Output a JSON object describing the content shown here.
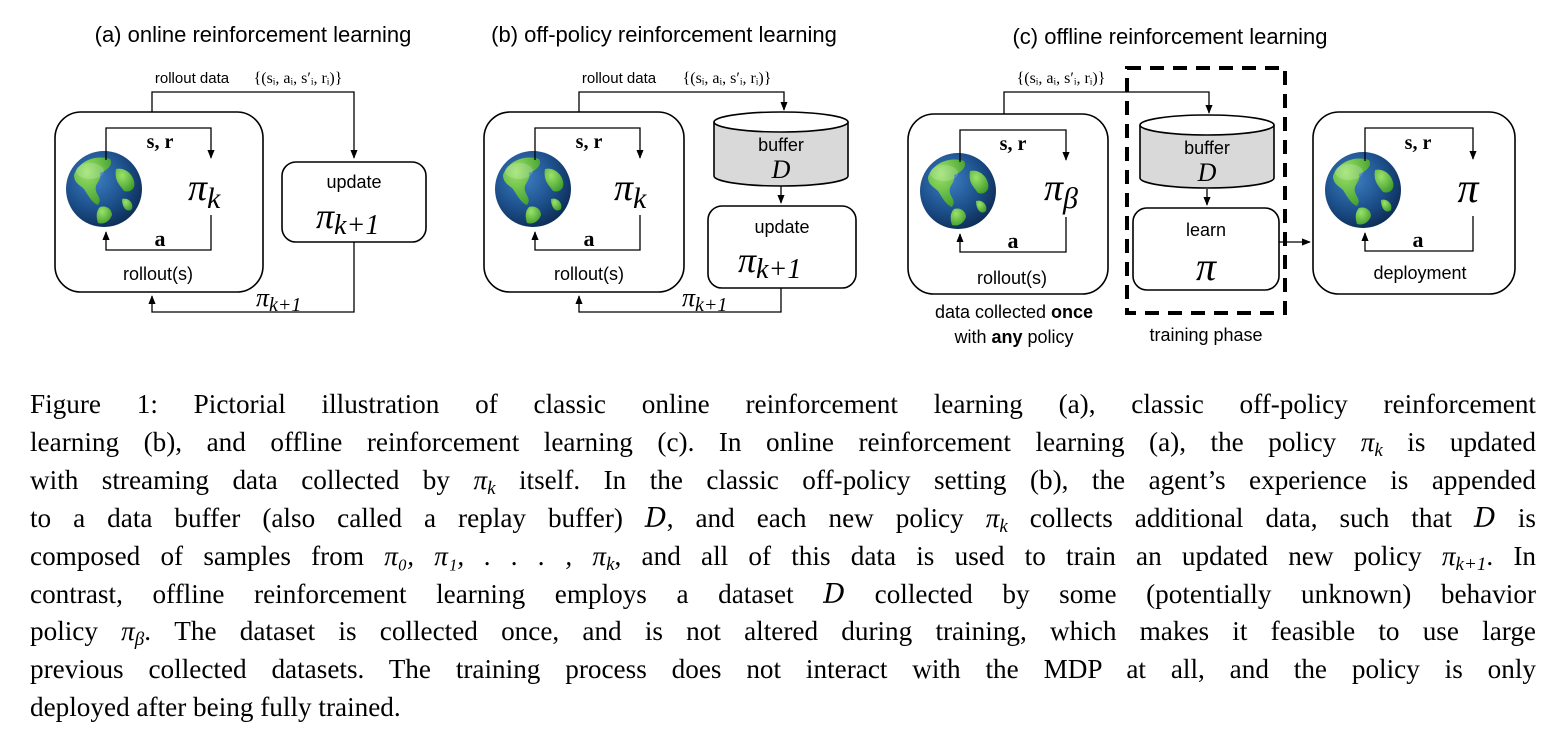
{
  "figure": {
    "panel_a": {
      "title": "(a) online reinforcement learning",
      "rollout_data_label": "rollout data",
      "rollout_data_set": "{(sᵢ, aᵢ, s′ᵢ, rᵢ)}",
      "state_reward": "s, r",
      "action": "a",
      "policy": "πk",
      "rollout": "rollout(s)",
      "update_label": "update",
      "update_policy": "πk+1",
      "return_policy": "πk+1"
    },
    "panel_b": {
      "title": "(b) off-policy reinforcement learning",
      "rollout_data_label": "rollout data",
      "rollout_data_set": "{(sᵢ, aᵢ, s′ᵢ, rᵢ)}",
      "state_reward": "s, r",
      "action": "a",
      "policy": "πk",
      "rollout": "rollout(s)",
      "buffer_label": "buffer",
      "buffer_symbol": "D",
      "update_label": "update",
      "update_policy": "πk+1",
      "return_policy": "πk+1"
    },
    "panel_c": {
      "title": "(c) offline reinforcement learning",
      "rollout_data_set": "{(sᵢ, aᵢ, s′ᵢ, rᵢ)}",
      "state_reward": "s, r",
      "action": "a",
      "policy": "πβ",
      "rollout": "rollout(s)",
      "buffer_label": "buffer",
      "buffer_symbol": "D",
      "learn_label": "learn",
      "learn_policy": "π",
      "deploy_state_reward": "s, r",
      "deploy_action": "a",
      "deploy_policy": "π",
      "deployment": "deployment",
      "note_line1_pre": "data collected ",
      "note_line1_bold": "once",
      "note_line2_pre": "with ",
      "note_line2_bold": "any",
      "note_line2_post": " policy",
      "training_phase": "training phase"
    }
  },
  "caption": {
    "l1": "Figure 1: Pictorial illustration of classic online reinforcement learning (a), classic off-policy reinforcement",
    "l2a": "learning (b), and offline reinforcement learning (c). In online reinforcement learning (a), the policy ",
    "l2b": " is updated",
    "l3a": "with streaming data collected by ",
    "l3b": " itself. In the classic off-policy setting (b), the agent’s experience is appended",
    "l4a": "to a data buffer (also called a replay buffer) ",
    "l4b": ", and each new policy ",
    "l4c": " collects additional data, such that ",
    "l4d": " is",
    "l5a": "composed of samples from ",
    "l5b": ", and all of this data is used to train an updated new policy ",
    "l5c": ". In",
    "l6a": "contrast, offline reinforcement learning employs a dataset ",
    "l6b": " collected by some (potentially unknown) behavior",
    "l7a": "policy ",
    "l7b": ". The dataset is collected once, and is not altered during training, which makes it feasible to use large",
    "l8": "previous collected datasets. The training process does not interact with the MDP at all, and the policy is only",
    "l9": "deployed after being fully trained.",
    "pi": "π",
    "k": "k",
    "kp1": "k+1",
    "beta": "β",
    "D": "D",
    "pi_seq": "π₀, π₁, . . . , π"
  }
}
